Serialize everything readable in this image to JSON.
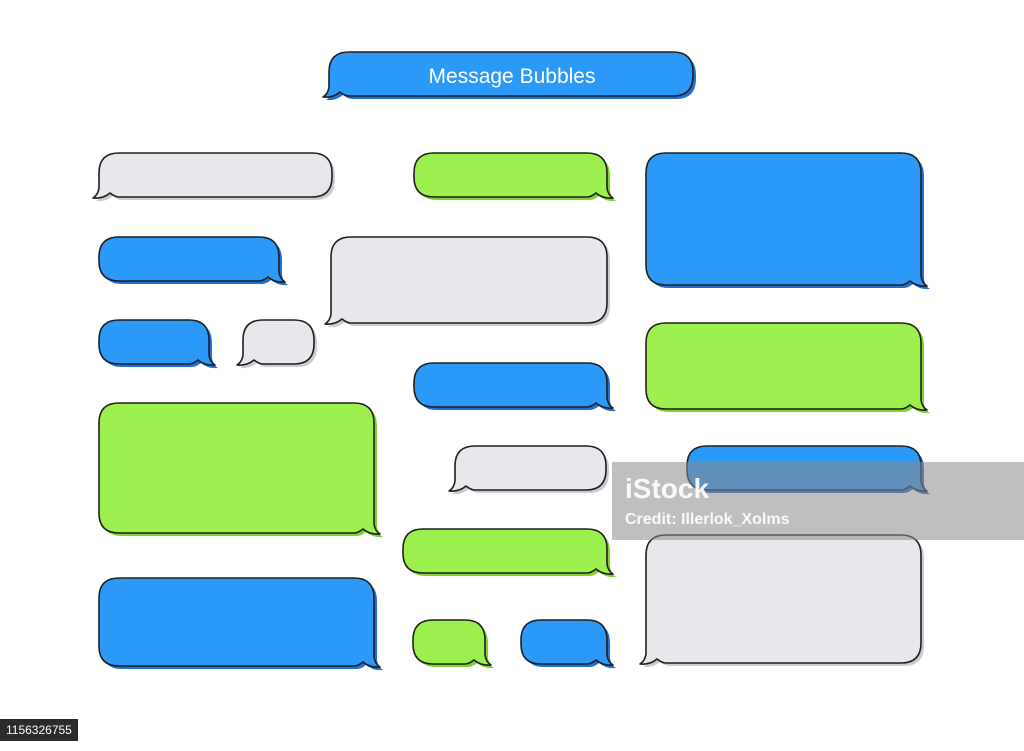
{
  "title": "Message Bubbles",
  "colors": {
    "blue": "#2b99f7",
    "green": "#9cf04e",
    "gray": "#e6e8eb",
    "blue_shadow": "#1f6fd6",
    "green_shadow": "#7fd12c",
    "gray_shadow": "#c9ccd1",
    "outline": "#1f1f1f"
  },
  "watermark": {
    "brand": "iStock",
    "credit": "Credit: Illerlok_Xolms"
  },
  "stock_id": "1156326755"
}
